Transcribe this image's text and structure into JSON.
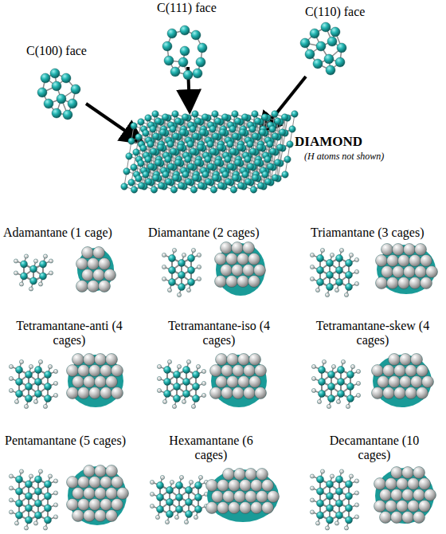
{
  "diagram": {
    "labels": [
      "C(100) face",
      "C(111) face",
      "C(110) face",
      "DIAMOND",
      "(H atoms not shown)",
      "Adamantane (1 cage)",
      "Diamantane (2 cages)",
      "Triamantane (3 cages)",
      "Tetramantane-anti (4 cages)",
      "Tetramantane-iso (4 cages)",
      "Tetramantane-skew (4 cages)",
      "Pentamantane (5 cages)",
      "Hexamantane (6 cages)",
      "Decamantane (10 cages)"
    ]
  }
}
